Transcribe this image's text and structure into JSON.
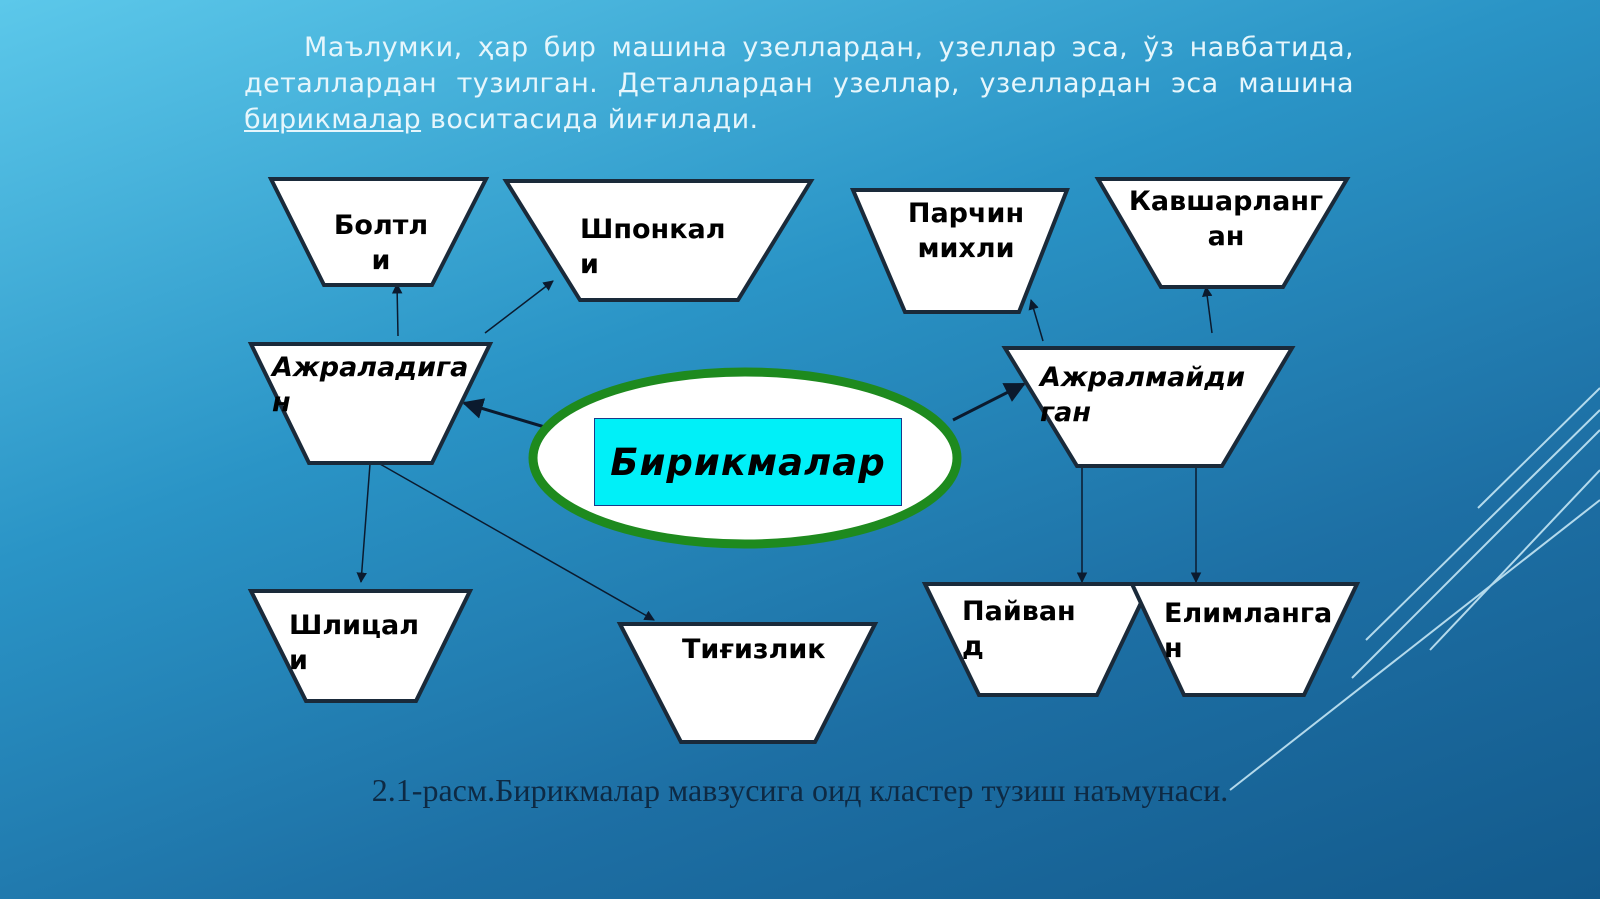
{
  "intro": {
    "part1": "Маълумки, ҳар бир машина узеллардан, узеллар эса, ўз навбатида, деталлардан тузилган. Деталлардан узеллар, узеллардан эса машина ",
    "link": "бирикмалар",
    "part2": " воситасида йиғилади."
  },
  "diagram": {
    "center": "Бирикмалар",
    "detachable": "Ажраладиган",
    "nondetachable": "Ажралмайдиган",
    "bolts": "Болтли",
    "keys": "Шпонкали",
    "splines": "Шлицали",
    "tightness": "Тиғизлик",
    "rivets": "Парчин михли",
    "soldered": "Кавшарланган",
    "welded": "Пайванд",
    "glued": "Елимланган"
  },
  "caption": "2.1-расм.Бирикмалар мавзусига оид кластер тузиш наъмунаси.",
  "colors": {
    "ellipse_border": "#1e8a1e",
    "center_box": "#00f0f8",
    "node_fill": "#ffffff",
    "node_border": "#1a2a3a"
  }
}
